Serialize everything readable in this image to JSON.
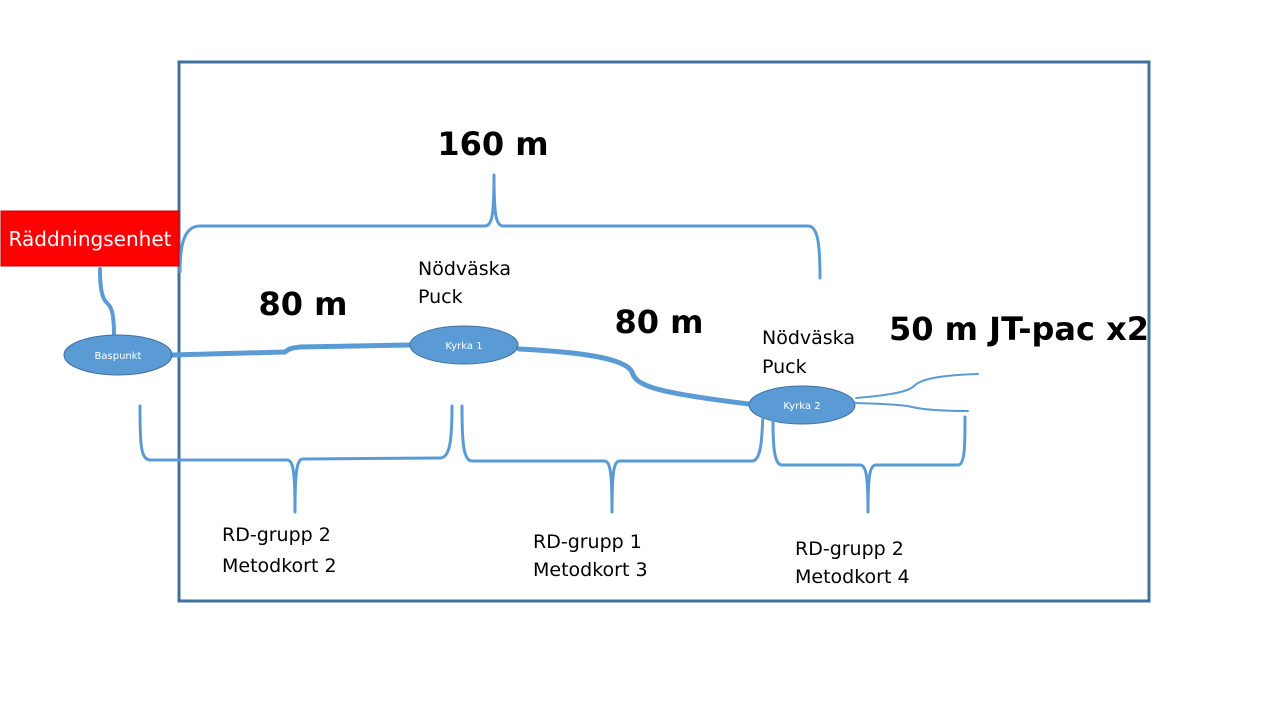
{
  "colors": {
    "frame": "#41719c",
    "wire": "#5b9bd5",
    "unit": "#ff0000"
  },
  "unit": {
    "label": "Räddningsenhet"
  },
  "total_distance": "160 m",
  "segments": [
    {
      "distance": "80 m"
    },
    {
      "distance": "80 m"
    }
  ],
  "extra": "50 m JT-pac x2",
  "nodes": [
    {
      "label": "Baspunkt"
    },
    {
      "label": "Kyrka 1",
      "note_line1": "Nödväska",
      "note_line2": "Puck"
    },
    {
      "label": "Kyrka 2",
      "note_line1": "Nödväska",
      "note_line2": "Puck"
    }
  ],
  "groups": [
    {
      "line1": "RD-grupp 2",
      "line2": "Metodkort 2"
    },
    {
      "line1": "RD-grupp 1",
      "line2": "Metodkort 3"
    },
    {
      "line1": "RD-grupp 2",
      "line2": "Metodkort 4"
    }
  ]
}
